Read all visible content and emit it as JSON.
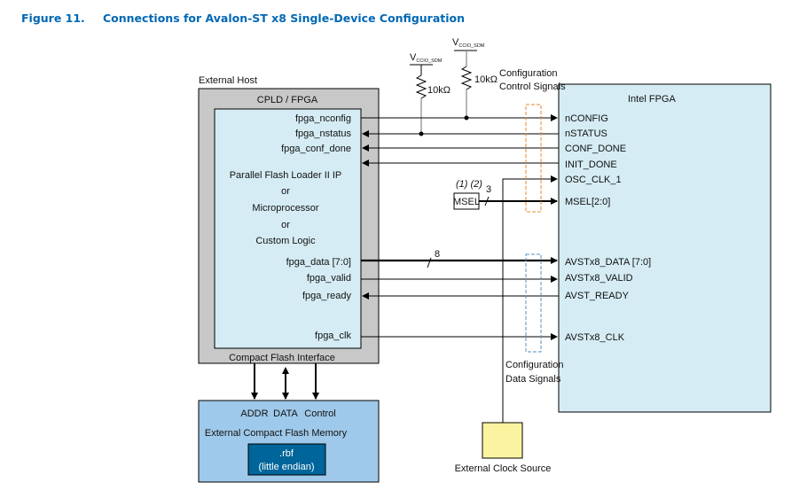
{
  "figure": {
    "number": "Figure 11.",
    "title": "Connections for Avalon-ST x8 Single-Device Configuration"
  },
  "colors": {
    "title_blue": "#0068b5",
    "host_gray": "#c8c8c8",
    "inner_light_blue": "#d5ecf4",
    "flash_blue": "#9fc9ea",
    "rbf_blue": "#00659a",
    "clock_yellow": "#fbf3a0",
    "control_dash": "#e08a2c",
    "data_dash": "#5a8fc0"
  },
  "host": {
    "outer_label": "External Host",
    "chip_label": "CPLD / FPGA",
    "ip_lines": [
      "Parallel Flash Loader II IP",
      "or",
      "Microprocessor",
      "or",
      "Custom Logic"
    ],
    "pins": {
      "nconfig": "fpga_nconfig",
      "nstatus": "fpga_nstatus",
      "conf_done": "fpga_conf_done",
      "data": "fpga_data [7:0]",
      "valid": "fpga_valid",
      "ready": "fpga_ready",
      "clk": "fpga_clk"
    },
    "bottom_label": "Compact Flash Interface"
  },
  "pullups": [
    {
      "supply": "V",
      "supply_sub": "CCIO_SDM",
      "resistor": "10kΩ"
    },
    {
      "supply": "V",
      "supply_sub": "CCIO_SDM",
      "resistor": "10kΩ"
    }
  ],
  "control_signals_label": [
    "Configuration",
    "Control Signals"
  ],
  "data_signals_label": [
    "Configuration",
    "Data Signals"
  ],
  "msel": {
    "label": "MSEL",
    "notes": "(1) (2)",
    "bus_width": "3"
  },
  "data_bus_width": "8",
  "fpga": {
    "title": "Intel FPGA",
    "pins": {
      "nconfig": "nCONFIG",
      "nstatus": "nSTATUS",
      "conf_done": "CONF_DONE",
      "init_done": "INIT_DONE",
      "osc_clk": "OSC_CLK_1",
      "msel": "MSEL[2:0]",
      "data": "AVSTx8_DATA [7:0]",
      "valid": "AVSTx8_VALID",
      "ready": "AVST_READY",
      "clk": "AVSTx8_CLK"
    }
  },
  "flash": {
    "signals": [
      "ADDR",
      "DATA",
      "Control"
    ],
    "title": "External Compact Flash Memory",
    "file_lines": [
      ".rbf",
      "(little endian)"
    ]
  },
  "clock_source": {
    "label": "External Clock Source"
  }
}
